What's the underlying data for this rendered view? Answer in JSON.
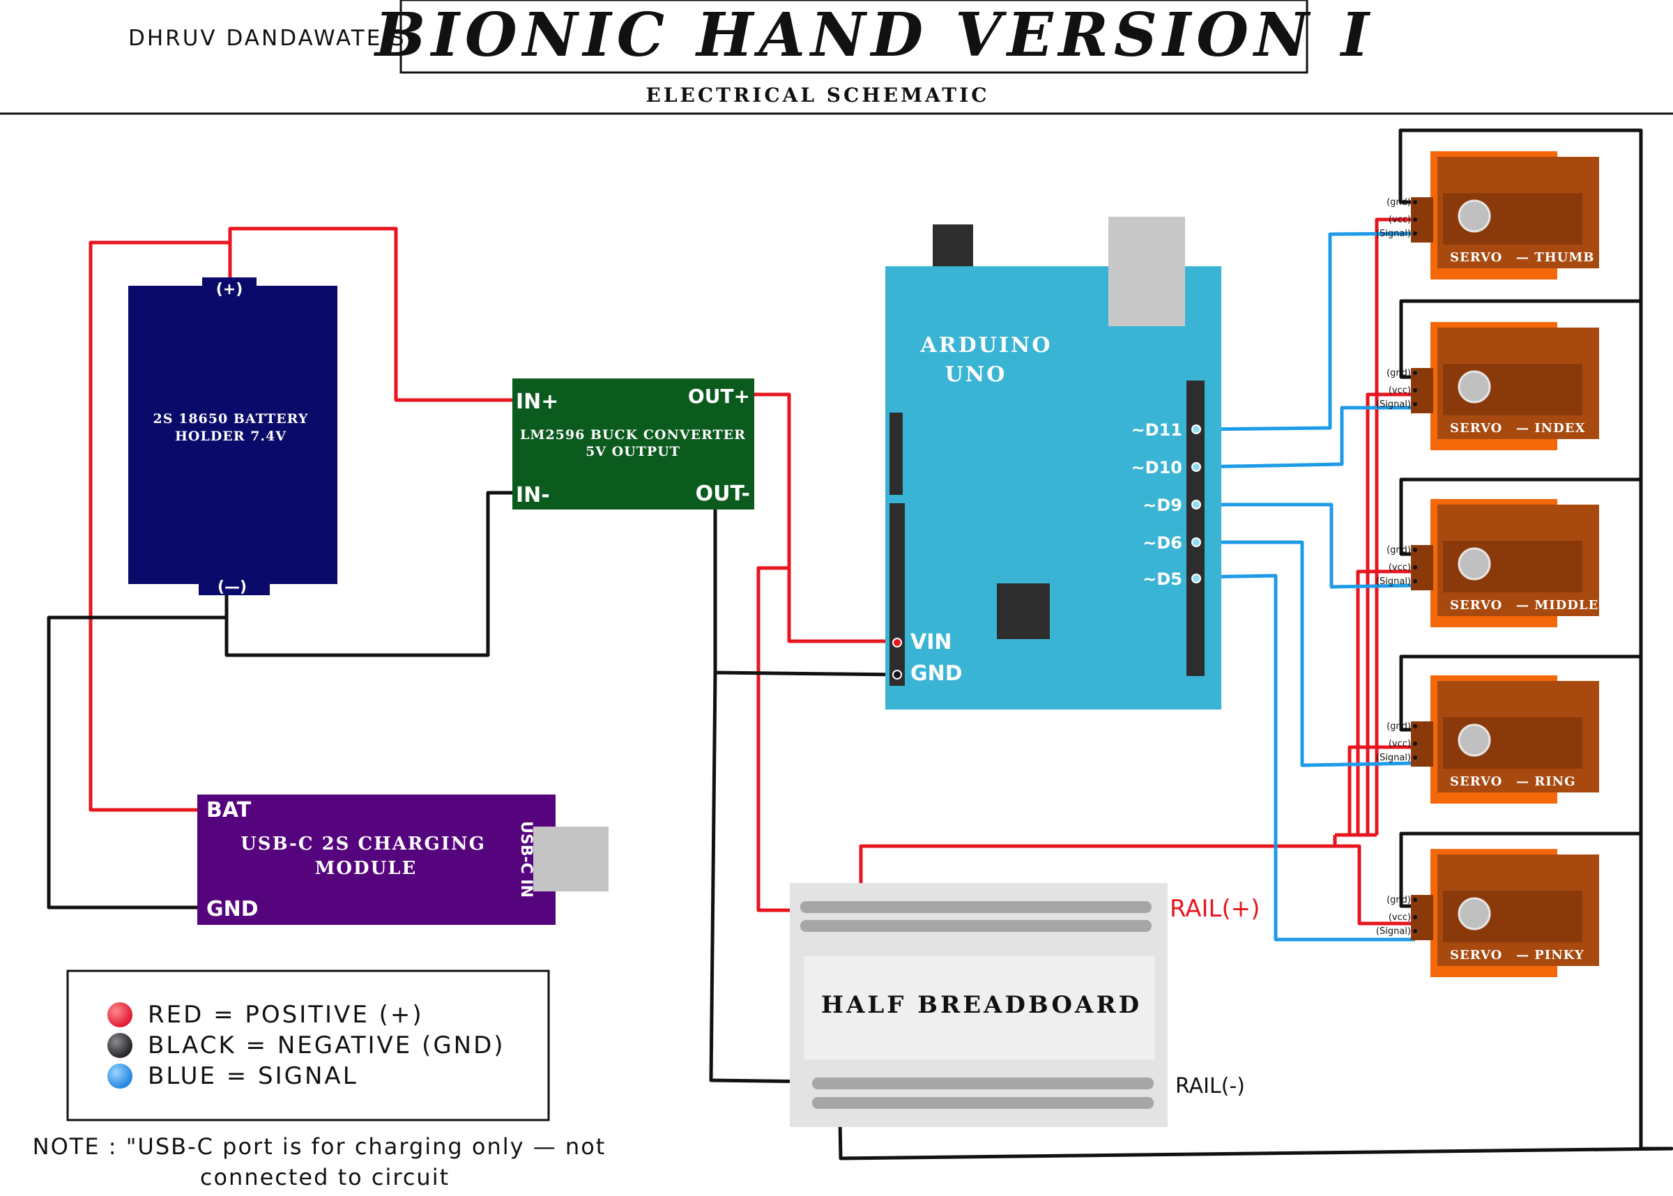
{
  "header": {
    "author": "DHRUV DANDAWATE'S",
    "title": "BIONIC HAND VERSION I",
    "subtitle": "ELECTRICAL SCHEMATIC"
  },
  "battery": {
    "label_line1": "2S 18650 BATTERY",
    "label_line2": "HOLDER 7.4V",
    "pos": "(+)",
    "neg": "(—)"
  },
  "buck": {
    "label_line1": "LM2596 BUCK CONVERTER",
    "label_line2": "5V OUTPUT",
    "in_pos": "IN+",
    "in_neg": "IN-",
    "out_pos": "OUT+",
    "out_neg": "OUT-"
  },
  "arduino": {
    "label_line1": "ARDUINO",
    "label_line2": "UNO",
    "vin": "VIN",
    "gnd": "GND",
    "pins": [
      "~D11",
      "~D10",
      "~D9",
      "~D6",
      "~D5"
    ]
  },
  "charger": {
    "label_line1": "USB-C 2S CHARGING",
    "label_line2": "MODULE",
    "bat": "BAT",
    "gnd": "GND",
    "port": "USB-C IN"
  },
  "breadboard": {
    "label": "HALF BREADBOARD",
    "rail_pos": "RAIL(+)",
    "rail_neg": "RAIL(-)"
  },
  "servos": [
    {
      "label": "SERVO",
      "finger": "— THUMB"
    },
    {
      "label": "SERVO",
      "finger": "— INDEX"
    },
    {
      "label": "SERVO",
      "finger": "— MIDDLE"
    },
    {
      "label": "SERVO",
      "finger": "— RING"
    },
    {
      "label": "SERVO",
      "finger": "— PINKY"
    }
  ],
  "servo_pin_labels": [
    "(gnd)",
    "(vcc)",
    "(Signal)"
  ],
  "legend": {
    "items": [
      {
        "text": "RED = POSITIVE (+)",
        "color": "#e8283a"
      },
      {
        "text": "BLACK = NEGATIVE (GND)",
        "color": "#2a2a2e"
      },
      {
        "text": "BLUE = SIGNAL",
        "color": "#2a8ee8"
      }
    ]
  },
  "note": {
    "line1": "NOTE : \"USB-C port is for charging only — not",
    "line2": "connected to circuit"
  },
  "colors": {
    "wire_pos": "#e8141e",
    "wire_neg": "#111111",
    "wire_sig": "#1e9be8",
    "battery": "#0a0a6a",
    "buck": "#0b5a1e",
    "arduino": "#3ab4d4",
    "charger": "#56047e",
    "servo_outer": "#f5680a",
    "servo_inner": "#a84a10"
  }
}
